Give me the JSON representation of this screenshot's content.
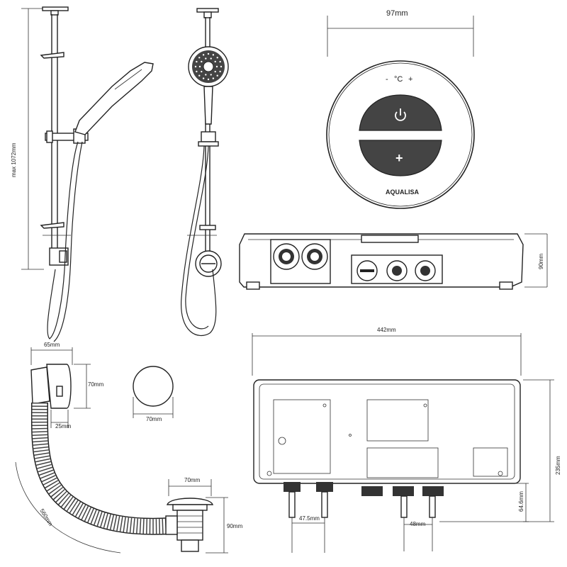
{
  "dimensions": {
    "riser_height": "max 1072mm",
    "control_width": "97mm",
    "box_height": "90mm",
    "box_width": "442mm",
    "box_depth": "235mm",
    "outlet_depth": "64.6mm",
    "inlet_spacing": "47.5mm",
    "outlet_spacing": "48mm",
    "waste_width": "65mm",
    "waste_height": "70mm",
    "waste_depth": "25mm",
    "disc_diameter": "70mm",
    "plug_width": "70mm",
    "plug_height": "90mm",
    "hose_length": "560mm"
  },
  "control": {
    "temp_minus": "-",
    "temp_unit": "°C",
    "temp_plus": "+",
    "power_icon": "power-icon",
    "plus_symbol": "+",
    "brand": "AQUALISA"
  }
}
